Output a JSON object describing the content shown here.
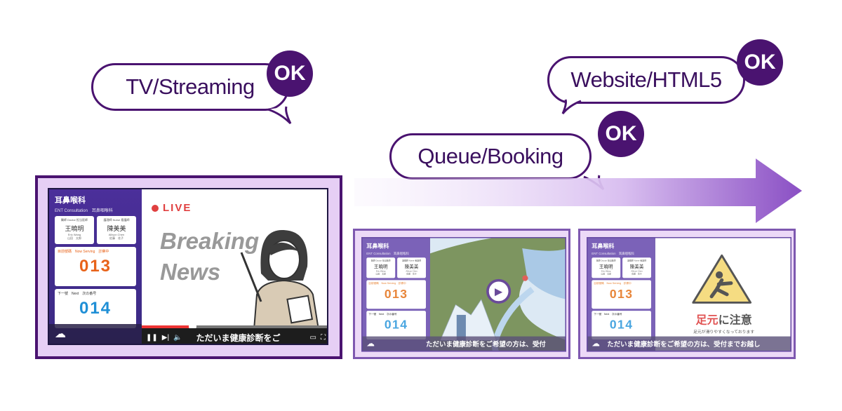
{
  "bubbles": [
    {
      "label": "TV/Streaming",
      "badge": "OK"
    },
    {
      "label": "Queue/Booking",
      "badge": "OK"
    },
    {
      "label": "Website/HTML5",
      "badge": "OK"
    }
  ],
  "panel": {
    "dept": "耳鼻喉科",
    "dept_sub": "ENT Consultation　耳鼻咽喉科",
    "doctor": {
      "role": "醫師 Doctor 担当医師",
      "name": "王曉明",
      "en": "Eric Wang",
      "jp": "山田　太郎"
    },
    "nurse": {
      "role": "護理師 Nurse 看護師",
      "name": "陳美美",
      "en": "Allison Chen",
      "jp": "佐藤　花子"
    },
    "now": {
      "label": "目前號碼　Now Serving　診察中",
      "number": "013"
    },
    "next": {
      "label": "下一號　Next　次の番号",
      "number": "014"
    }
  },
  "screens": {
    "tv": {
      "live": "LIVE",
      "headline1": "Breaking",
      "headline2": "News",
      "ticker": "ただいま健康診断をご",
      "progress": 0.27
    },
    "queue": {
      "ticker": "ただいま健康診断をご希望の方は、受付"
    },
    "web": {
      "title_red": "足元",
      "title_rest": "に注意",
      "subtitle": "足元が滑りやすくなっております",
      "ticker": "ただいま健康診断をご希望の方は、受付までお越し"
    }
  },
  "colors": {
    "brand": "#4a1370",
    "now": "#e8631a",
    "next": "#1f8fd6",
    "live": "#e04040"
  }
}
